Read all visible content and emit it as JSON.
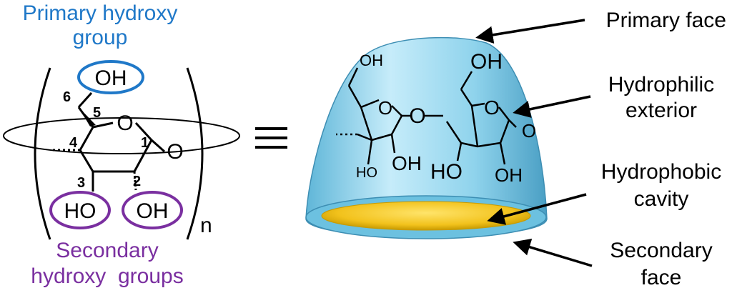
{
  "colors": {
    "primary_label": "#1f78c8",
    "secondary_label": "#7a2fa0",
    "cone_light": "#bfe7f7",
    "cone_mid": "#7fcde8",
    "cone_dark": "#4aa7cc",
    "cavity": "#f2c21c",
    "cavity_edge": "#c79a00",
    "ink": "#000000"
  },
  "left": {
    "primary_group_line1": "Primary hydroxy",
    "primary_group_line2": "group",
    "primary_oh": "OH",
    "secondary_groups_line1": "Secondary",
    "secondary_groups_line2": "hydroxy  groups",
    "secondary_oh_3": "HO",
    "secondary_oh_2": "OH",
    "ring_oxygen": "O",
    "glycosidic_oxygen": "O",
    "repeat_subscript": "n",
    "atom_numbers": [
      "1",
      "2",
      "3",
      "4",
      "5",
      "6"
    ],
    "icon_equivalence": "identical-to-icon"
  },
  "cone_structure": {
    "oh_top_left": "OH",
    "oh_top_right": "OH",
    "ring_o_left": "O",
    "ring_o_right": "O",
    "bridge_o": "O",
    "end_o": "O",
    "ho_bottom_left": "HO",
    "oh_bottom_left": "OH",
    "ho_bottom_right": "HO",
    "oh_bottom_right": "OH"
  },
  "labels": {
    "primary_face": "Primary face",
    "hydrophilic_line1": "Hydrophilic",
    "hydrophilic_line2": "exterior",
    "hydrophobic_line1": "Hydrophobic",
    "hydrophobic_line2": "cavity",
    "secondary_line1": "Secondary",
    "secondary_line2": "face"
  }
}
